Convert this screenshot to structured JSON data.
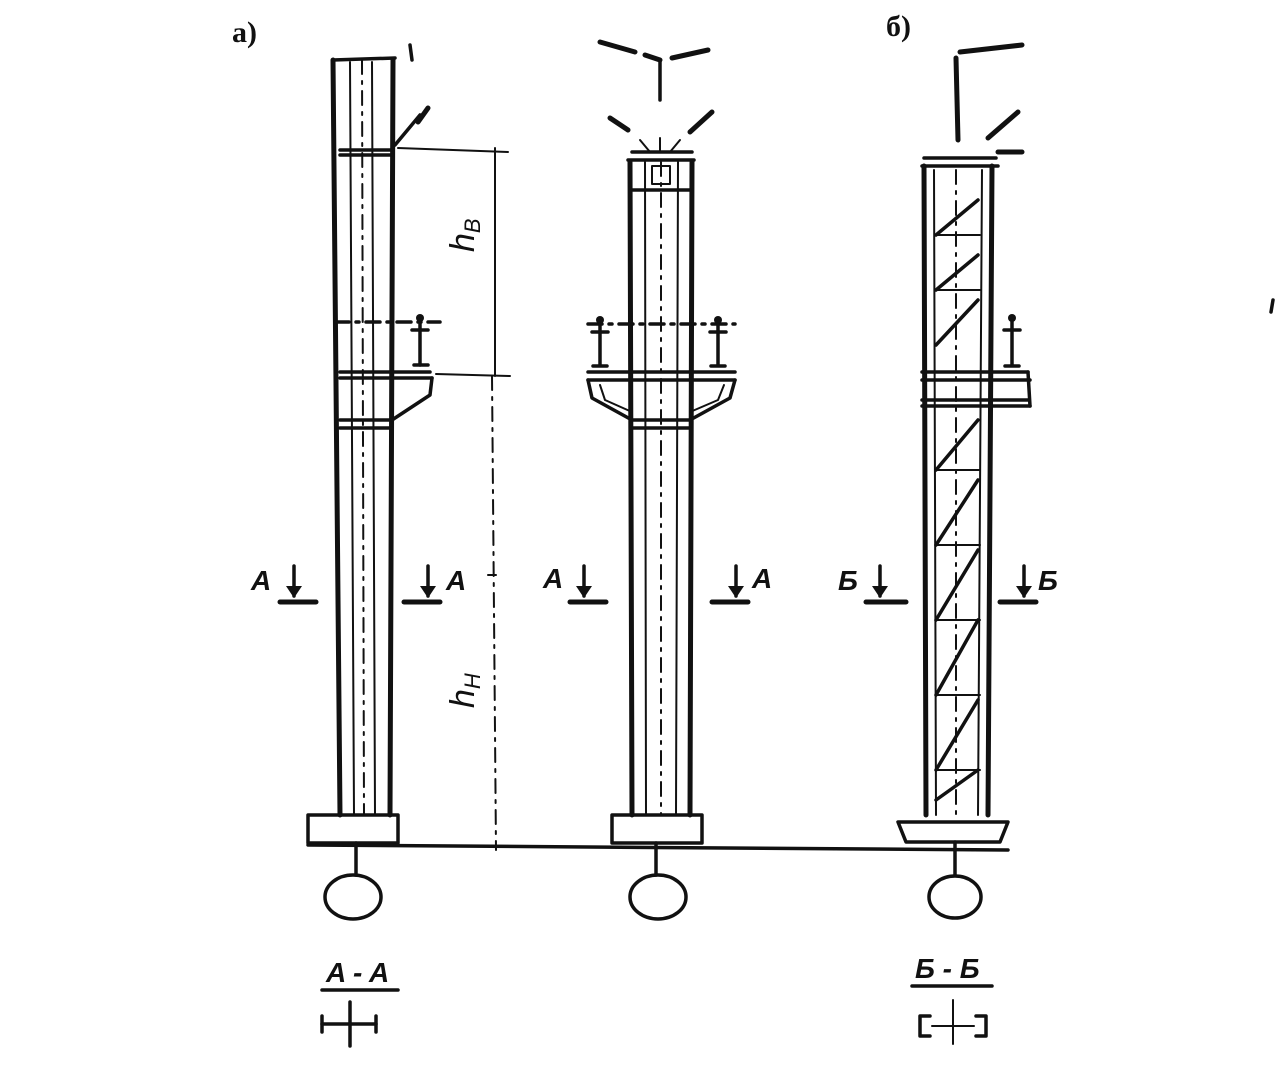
{
  "labels": {
    "variant_a": "а)",
    "variant_b": "б)"
  },
  "section_marks": {
    "col1_left": "A",
    "col1_right": "A",
    "col2_left": "A",
    "col2_right": "A",
    "col3_left": "Б",
    "col3_right": "Б"
  },
  "dimensions": {
    "upper_height": "h",
    "upper_height_sub": "B",
    "lower_height": "h",
    "lower_height_sub": "H"
  },
  "sections": {
    "section_a": "A - A",
    "section_b": "Б - Б"
  }
}
